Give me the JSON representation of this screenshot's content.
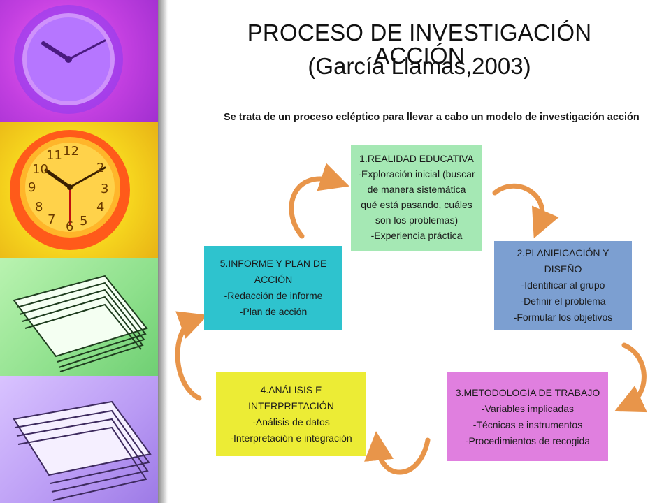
{
  "title": {
    "line1": "PROCESO DE INVESTIGACIÓN ACCIÓN",
    "line2": "(García Llamas,2003)"
  },
  "subtitle": "Se trata de un proceso ecléptico para llevar a cabo un modelo de investigación acción",
  "decor_images": [
    "clock-icon",
    "clock-icon",
    "papers-icon",
    "papers-icon"
  ],
  "colors": {
    "box1": "#a5e8b4",
    "box2": "#7c9fd1",
    "box3": "#e07fdf",
    "box4": "#ecec35",
    "box5": "#2ec3ce",
    "arrow": "#e8954a"
  },
  "steps": [
    {
      "title": "1.REALIDAD EDUCATIVA",
      "lines": [
        "-Exploración inicial (buscar",
        "de manera sistemática",
        "qué está pasando, cuáles",
        "son los problemas)",
        "-Experiencia práctica"
      ]
    },
    {
      "title": "2.PLANIFICACIÓN Y DISEÑO",
      "lines": [
        "-Identificar al grupo",
        "-Definir el problema",
        "-Formular los objetivos"
      ]
    },
    {
      "title": "3.METODOLOGÍA DE TRABAJO",
      "lines": [
        "-Variables implicadas",
        "-Técnicas e instrumentos",
        "-Procedimientos de recogida"
      ]
    },
    {
      "title": "4.ANÁLISIS E INTERPRETACIÓN",
      "lines": [
        "-Análisis de datos",
        "-Interpretación e integración"
      ]
    },
    {
      "title": "5.INFORME Y PLAN DE",
      "lines": [
        "ACCIÓN",
        "-Redacción de informe",
        "-Plan de acción"
      ]
    }
  ]
}
